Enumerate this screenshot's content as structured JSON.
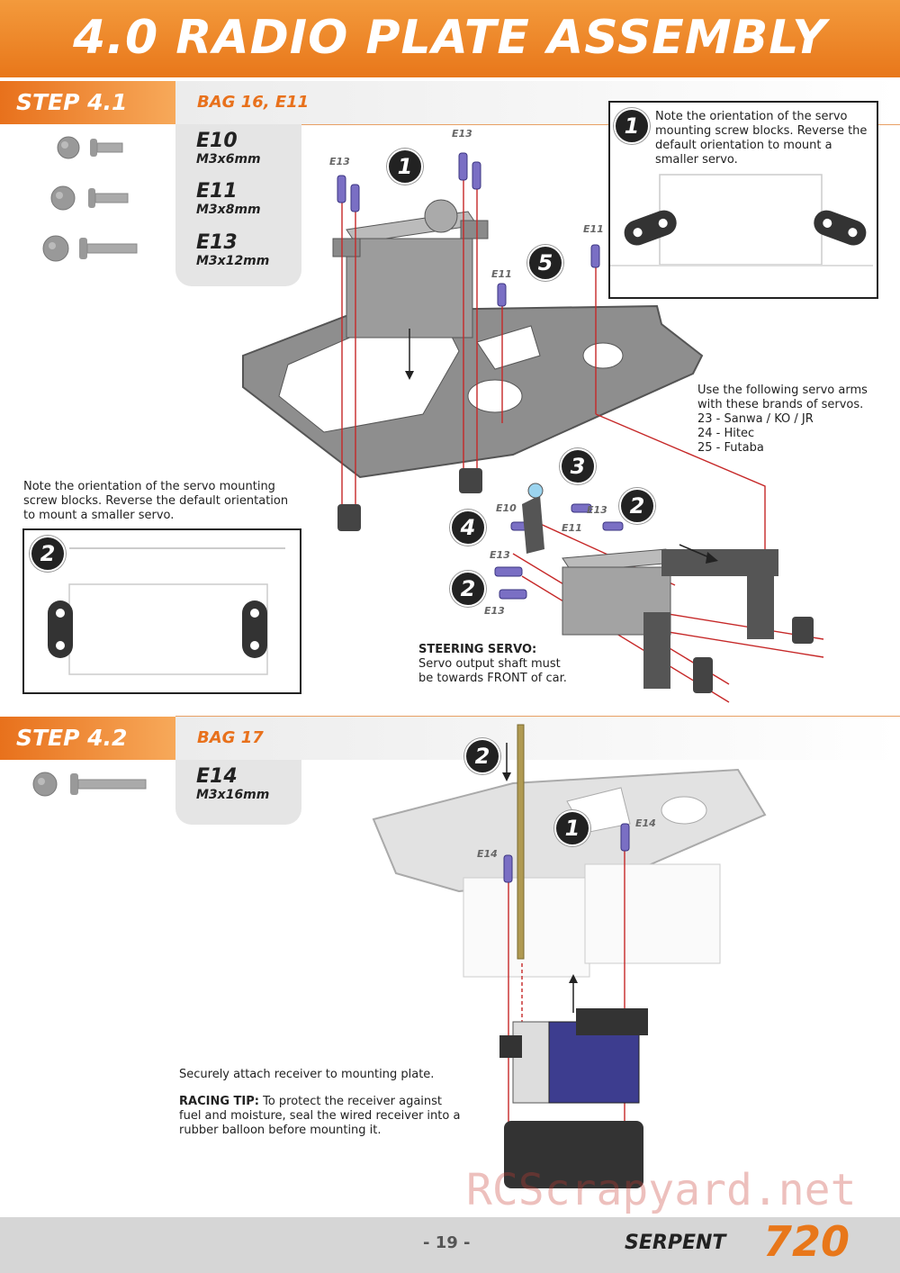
{
  "page_title": "4.0 RADIO PLATE ASSEMBLY",
  "step1": {
    "label": "STEP 4.1",
    "bag": "BAG 16, E11",
    "parts": [
      {
        "code": "E10",
        "size": "M3x6mm"
      },
      {
        "code": "E11",
        "size": "M3x8mm"
      },
      {
        "code": "E13",
        "size": "M3x12mm"
      }
    ],
    "note_box1": "Note the orientation of the servo mounting screw blocks. Reverse the default orientation to mount a smaller servo.",
    "note_left": "Note the orientation of the servo mounting screw blocks. Reverse the default orientation to mount a smaller servo.",
    "servo_arms_note": [
      "Use the following servo arms",
      "with these brands of servos.",
      "23 - Sanwa / KO / JR",
      "24 - Hitec",
      "25 - Futaba"
    ],
    "steering_title": "STEERING SERVO:",
    "steering_text": [
      "Servo output shaft must",
      "be towards FRONT of car."
    ],
    "callouts": {
      "c1": "1",
      "c2": "2",
      "c3": "3",
      "c4": "4",
      "c5": "5"
    },
    "labels": {
      "e13": "E13",
      "e11": "E11",
      "e10": "E10"
    }
  },
  "step2": {
    "label": "STEP 4.2",
    "bag": "BAG 17",
    "parts": [
      {
        "code": "E14",
        "size": "M3x16mm"
      }
    ],
    "receiver_note": "Securely attach receiver to mounting plate.",
    "tip_title": "RACING TIP:",
    "tip_text": " To protect the receiver against fuel and moisture, seal the wired receiver into a rubber balloon before mounting it.",
    "labels": {
      "e14": "E14"
    }
  },
  "footer": {
    "page_number": "- 19 -",
    "brand": "SERPENT",
    "model": "720"
  },
  "watermark": "RCScrapyard.net",
  "colors": {
    "accent": "#e8771a",
    "footer": "#d6d6d6",
    "screw": "#7a6fc4"
  }
}
